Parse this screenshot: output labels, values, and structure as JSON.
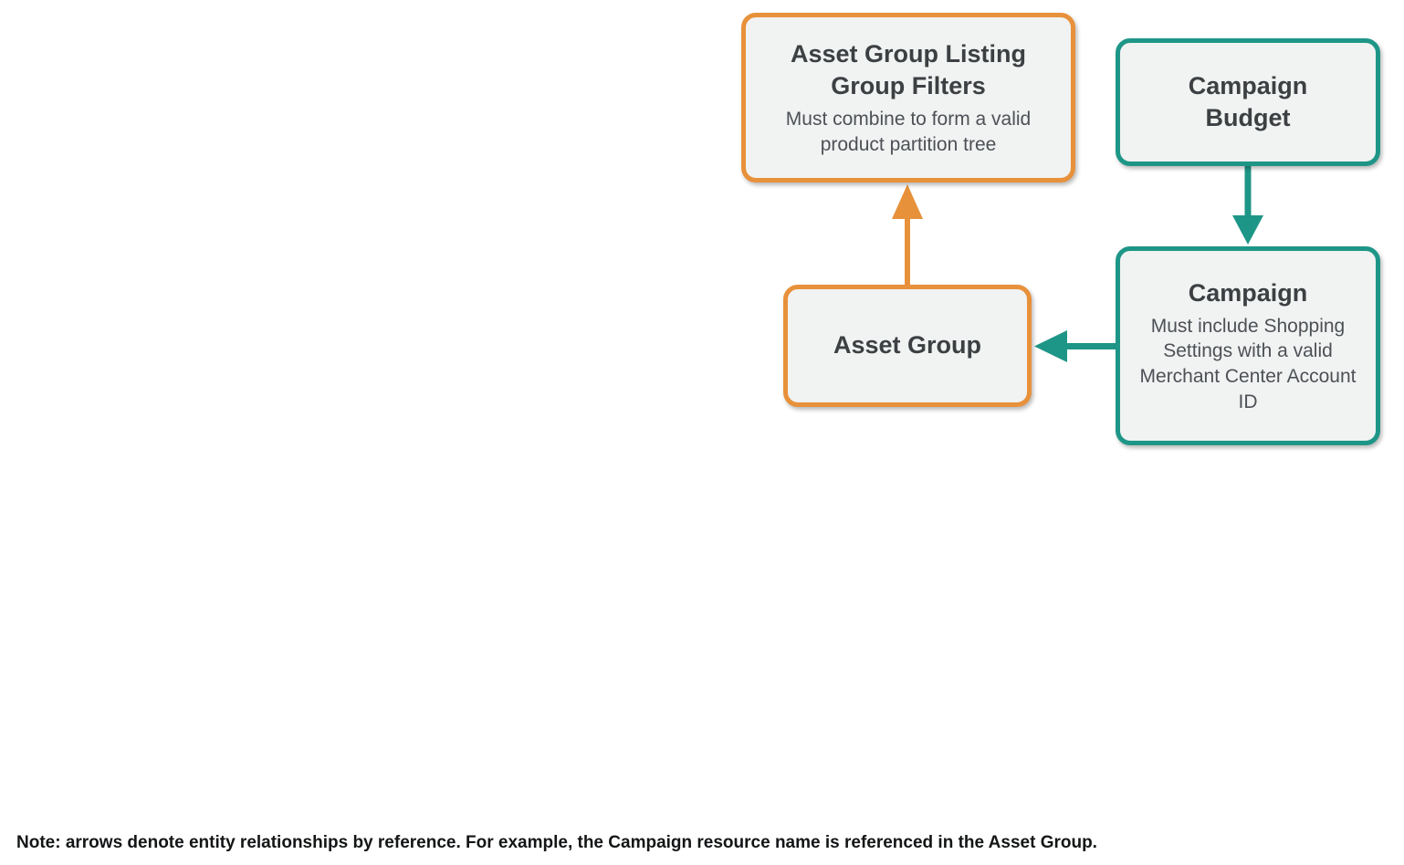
{
  "colors": {
    "orange": "#E8913B",
    "teal": "#1E9687",
    "box_fill": "#F1F2F2",
    "title_text": "#3C4043",
    "subtitle_text": "#4D5156",
    "note_text": "#131516"
  },
  "diagram": {
    "nodes": {
      "listing_group_filters": {
        "title": "Asset Group Listing Group Filters",
        "subtitle": "Must combine to form a valid product partition tree",
        "accent": "orange"
      },
      "campaign_budget": {
        "title": "Campaign Budget",
        "accent": "teal"
      },
      "campaign": {
        "title": "Campaign",
        "subtitle": "Must include Shopping Settings with a valid Merchant Center Account ID",
        "accent": "teal"
      },
      "asset_group": {
        "title": "Asset Group",
        "accent": "orange"
      }
    },
    "edges": [
      {
        "from": "asset_group",
        "to": "listing_group_filters",
        "color": "orange",
        "direction": "up"
      },
      {
        "from": "campaign_budget",
        "to": "campaign",
        "color": "teal",
        "direction": "down"
      },
      {
        "from": "campaign",
        "to": "asset_group",
        "color": "teal",
        "direction": "left"
      }
    ]
  },
  "note": "Note: arrows denote entity relationships by reference. For example, the Campaign resource name is referenced in the Asset Group."
}
